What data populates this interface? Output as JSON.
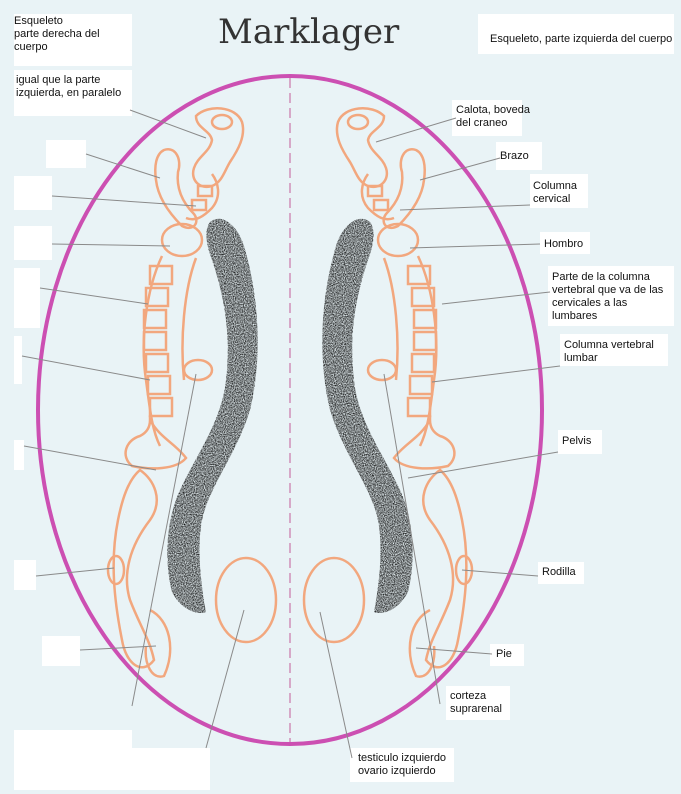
{
  "title": "Marklager",
  "header_left": "Esqueleto\nparte derecha del\ncuerpo",
  "header_right": "Esqueleto, parte izquierda del cuerpo",
  "note_left": "igual que la parte\nizquierda, en paralelo",
  "labels": {
    "calota": "Calota, boveda\ndel craneo",
    "brazo": "Brazo",
    "columna_cervical": "Columna\ncervical",
    "hombro": "Hombro",
    "columna_media": "Parte de la columna\nvertebral que va de las\ncervicales a las\nlumbares",
    "columna_lumbar": "Columna vertebral\nlumbar",
    "pelvis": "Pelvis",
    "rodilla": "Rodilla",
    "pie": "Pie",
    "corteza": "corteza\nsuprarenal",
    "testiculo": "testiculo izquierdo\novario izquierdo"
  },
  "colors": {
    "outline": "#cc4fb2",
    "skeleton": "#f2a77e",
    "marrow": "#2b2b2b",
    "midline": "#cf8fb8",
    "background": "#e9f3f6"
  }
}
